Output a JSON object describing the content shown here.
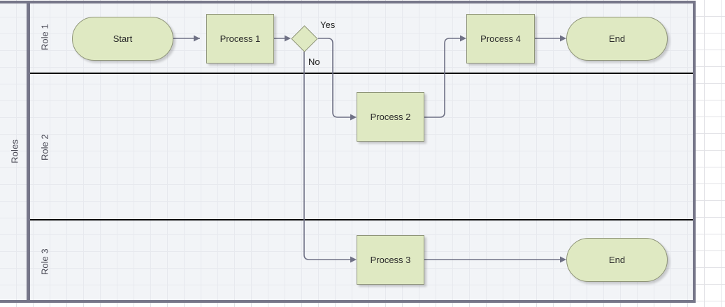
{
  "diagram": {
    "type": "swimlane-flowchart",
    "pool": {
      "title": "Roles"
    },
    "lanes": [
      {
        "id": "lane1",
        "label": "Role 1"
      },
      {
        "id": "lane2",
        "label": "Role 2"
      },
      {
        "id": "lane3",
        "label": "Role 3"
      }
    ],
    "nodes": [
      {
        "id": "start",
        "label": "Start",
        "shape": "terminator",
        "lane": "Role 1"
      },
      {
        "id": "process1",
        "label": "Process 1",
        "shape": "process",
        "lane": "Role 1"
      },
      {
        "id": "decision",
        "label": "",
        "shape": "decision",
        "lane": "Role 1"
      },
      {
        "id": "process4",
        "label": "Process 4",
        "shape": "process",
        "lane": "Role 1"
      },
      {
        "id": "end1",
        "label": "End",
        "shape": "terminator",
        "lane": "Role 1"
      },
      {
        "id": "process2",
        "label": "Process 2",
        "shape": "process",
        "lane": "Role 2"
      },
      {
        "id": "process3",
        "label": "Process 3",
        "shape": "process",
        "lane": "Role 3"
      },
      {
        "id": "end3",
        "label": "End",
        "shape": "terminator",
        "lane": "Role 3"
      }
    ],
    "edge_labels": {
      "yes": "Yes",
      "no": "No"
    },
    "colors": {
      "shape_fill": "#dfe9c2",
      "shape_stroke": "#8e9478",
      "connector": "#6f7185",
      "pool_frame": "#767689",
      "lane_divider": "#000000",
      "lane_background": "#f2f4f7",
      "canvas_background": "#ffffff",
      "grid_line": "#e2e2e6",
      "text": "#2b2b2b"
    }
  }
}
